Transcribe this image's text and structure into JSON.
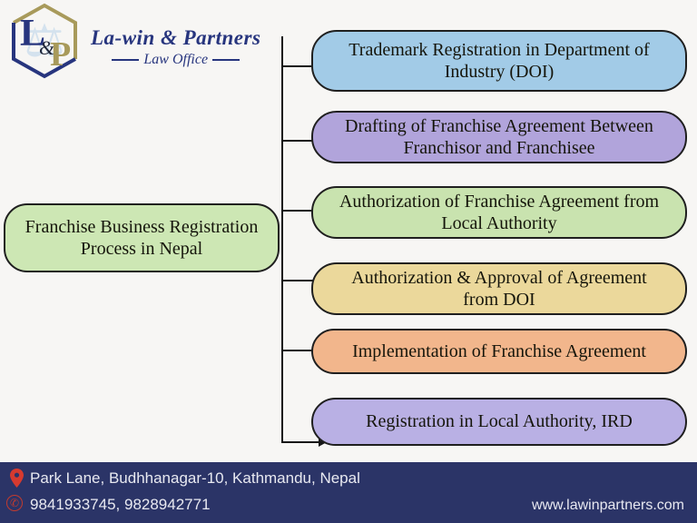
{
  "brand": {
    "name": "La-win & Partners",
    "subtitle": "Law Office",
    "monogram": {
      "l": "L",
      "amp": "&",
      "p": "P"
    },
    "colors": {
      "navy": "#27357e",
      "gold": "#a89a5b",
      "watermark_blue": "#b9d3ea"
    }
  },
  "diagram": {
    "root": {
      "label": "Franchise Business Registration\nProcess in Nepal",
      "color": "#cde7b4"
    },
    "steps": [
      {
        "label": "Trademark Registration in Department of\nIndustry (DOI)",
        "color": "#a2cbe7"
      },
      {
        "label": "Drafting of Franchise Agreement Between\nFranchisor and Franchisee",
        "color": "#b1a4db"
      },
      {
        "label": "Authorization of Franchise Agreement from\nLocal Authority",
        "color": "#c9e3af"
      },
      {
        "label": "Authorization & Approval of Agreement\nfrom DOI",
        "color": "#ebd89b"
      },
      {
        "label": "Implementation of Franchise Agreement",
        "color": "#f2b68c"
      },
      {
        "label": "Registration in Local Authority, IRD",
        "color": "#b9b0e4"
      }
    ],
    "line_color": "#161616"
  },
  "footer": {
    "address": "Park Lane, Budhhanagar-10, Kathmandu, Nepal",
    "phones": "9841933745, 9828942771",
    "website": "www.lawinpartners.com",
    "bg": "#2b3467",
    "icon_color": "#d63a2f",
    "phone_glyph": "✆"
  }
}
